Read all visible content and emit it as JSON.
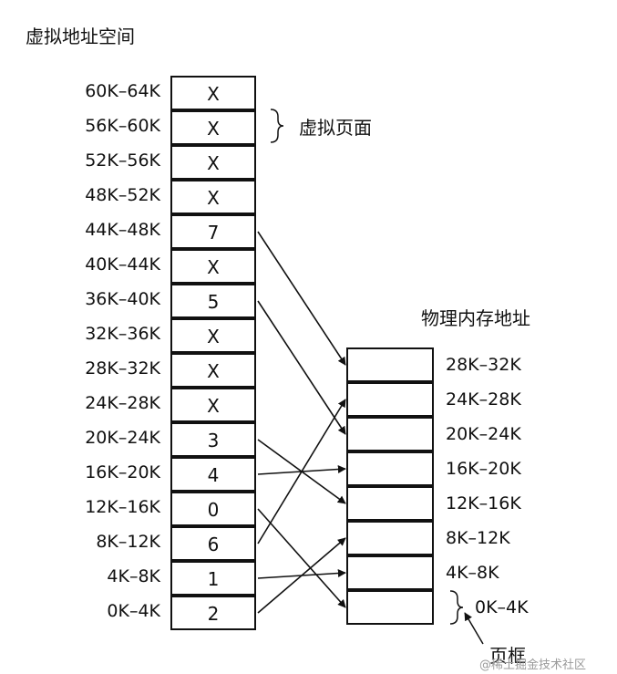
{
  "titles": {
    "virtual_space": "虚拟地址空间",
    "physical_memory": "物理内存地址",
    "virtual_page": "虚拟页面",
    "page_frame": "页框"
  },
  "virtual_pages": [
    {
      "range": "60K–64K",
      "value": "X"
    },
    {
      "range": "56K–60K",
      "value": "X"
    },
    {
      "range": "52K–56K",
      "value": "X"
    },
    {
      "range": "48K–52K",
      "value": "X"
    },
    {
      "range": "44K–48K",
      "value": "7"
    },
    {
      "range": "40K–44K",
      "value": "X"
    },
    {
      "range": "36K–40K",
      "value": "5"
    },
    {
      "range": "32K–36K",
      "value": "X"
    },
    {
      "range": "28K–32K",
      "value": "X"
    },
    {
      "range": "24K–28K",
      "value": "X"
    },
    {
      "range": "20K–24K",
      "value": "3"
    },
    {
      "range": "16K–20K",
      "value": "4"
    },
    {
      "range": "12K–16K",
      "value": "0"
    },
    {
      "range": "8K–12K",
      "value": "6"
    },
    {
      "range": "4K–8K",
      "value": "1"
    },
    {
      "range": "0K–4K",
      "value": "2"
    }
  ],
  "physical_frames": [
    {
      "range": "28K–32K"
    },
    {
      "range": "24K–28K"
    },
    {
      "range": "20K–24K"
    },
    {
      "range": "16K–20K"
    },
    {
      "range": "12K–16K"
    },
    {
      "range": "8K–12K"
    },
    {
      "range": "4K–8K"
    },
    {
      "range": "0K–4K"
    }
  ],
  "mappings": [
    {
      "virtual_index": 4,
      "frame": 7
    },
    {
      "virtual_index": 6,
      "frame": 5
    },
    {
      "virtual_index": 10,
      "frame": 3
    },
    {
      "virtual_index": 11,
      "frame": 4
    },
    {
      "virtual_index": 12,
      "frame": 0
    },
    {
      "virtual_index": 13,
      "frame": 6
    },
    {
      "virtual_index": 14,
      "frame": 1
    },
    {
      "virtual_index": 15,
      "frame": 2
    }
  ],
  "watermark": "@稀土掘金技术社区"
}
